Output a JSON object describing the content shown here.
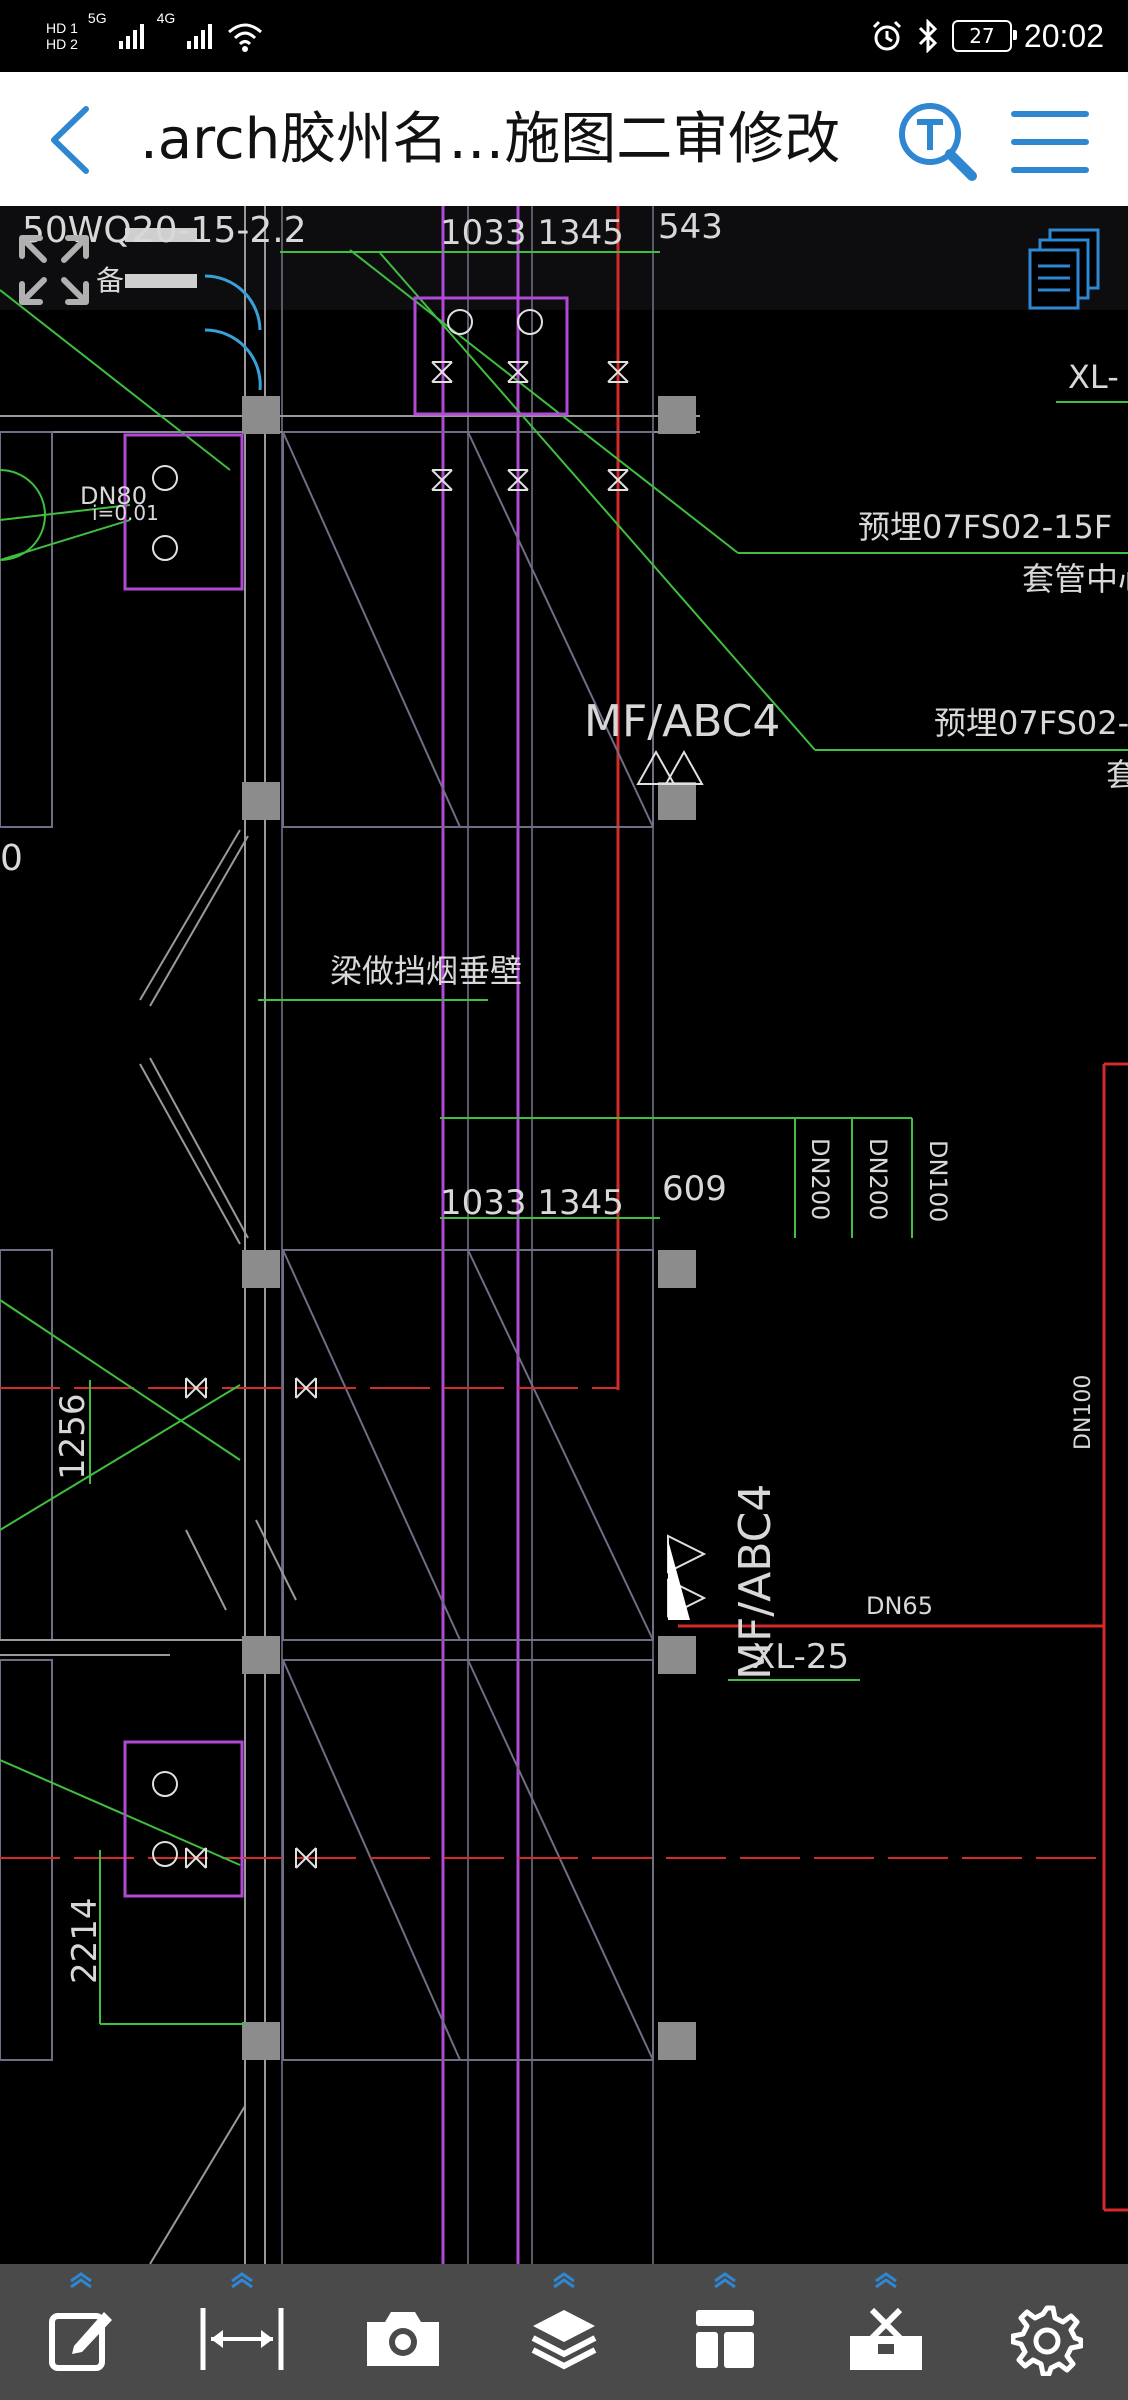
{
  "status_bar": {
    "sim1": "HD 1",
    "sim2": "HD 2",
    "net1": "5G",
    "net2": "4G",
    "battery": "27",
    "time": "20:02"
  },
  "app_bar": {
    "title": ".arch胶州名…施图二审修改",
    "back_icon": "chevron-left-icon",
    "search_icon": "text-search-icon",
    "menu_icon": "hamburger-menu-icon"
  },
  "drawing": {
    "labels": [
      "50WQ20-15-2.2",
      "1033 1345",
      "543",
      "XL-",
      "DN80",
      "i=0.01",
      "预埋07FS02-15F",
      "套管中心",
      "MF/ABC4",
      "预埋07FS02-",
      "套",
      "0",
      "梁做挡烟垂壁",
      "1033 1345",
      "609",
      "DN200",
      "DN200",
      "DN100",
      "DN100",
      "1256",
      "MF/ABC4",
      "XL-25",
      "DN65",
      "2214",
      "备"
    ],
    "colors": {
      "background": "#000000",
      "red_pipe": "#d42a2a",
      "green_line": "#3fbf3f",
      "purple_line": "#b04ad6",
      "wall": "#8a8a9e",
      "column": "#8c8c8c",
      "text": "#d8d8d8"
    }
  },
  "overlay": {
    "fit_icon": "fit-screen-icon",
    "layout_icon": "sheets-icon"
  },
  "toolbar": {
    "items": [
      {
        "icon": "edit-note-icon"
      },
      {
        "icon": "measure-icon"
      },
      {
        "icon": "camera-icon"
      },
      {
        "icon": "layers-icon"
      },
      {
        "icon": "layout-icon"
      },
      {
        "icon": "toolbox-icon"
      },
      {
        "icon": "settings-gear-icon"
      }
    ],
    "accent": "#2f86d1"
  }
}
